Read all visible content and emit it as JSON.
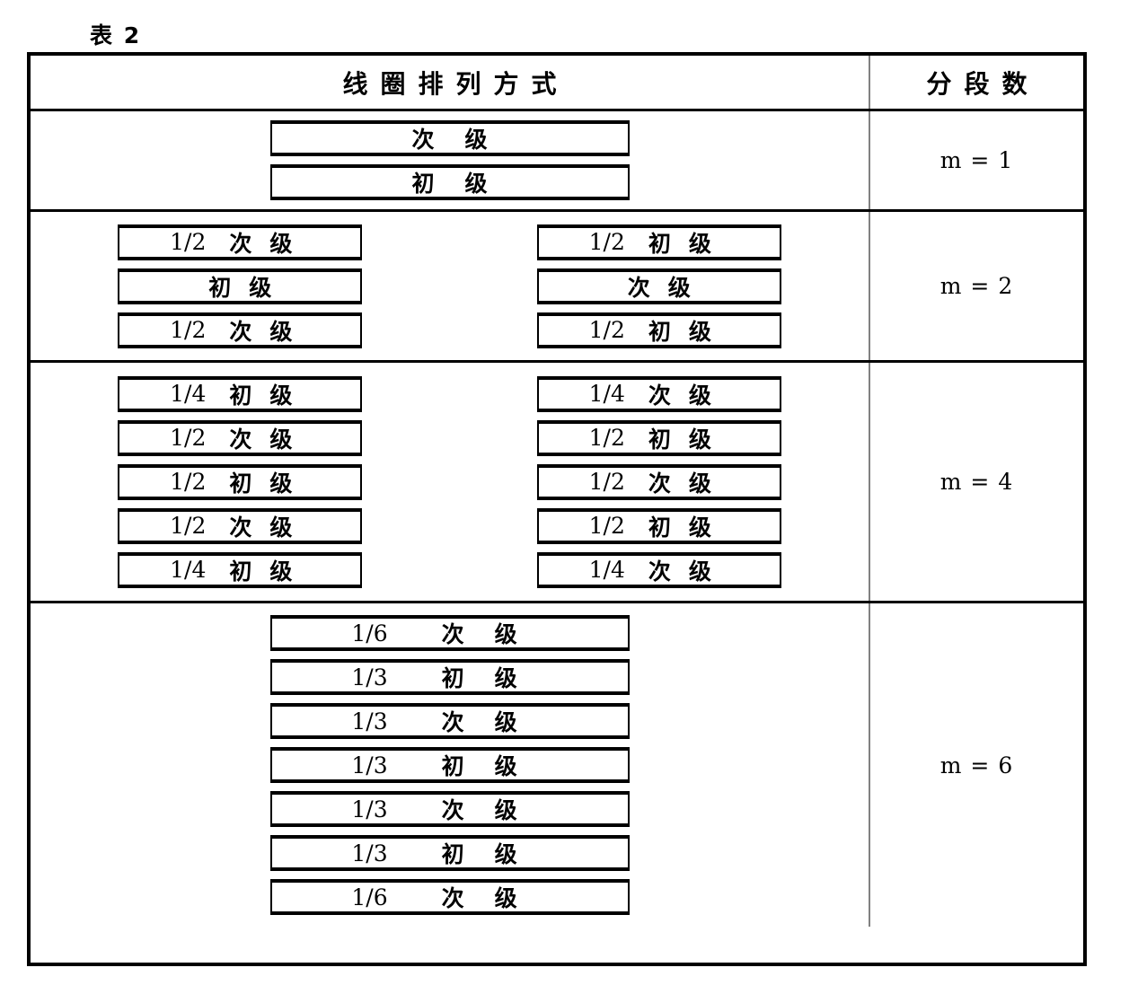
{
  "caption": "表 2",
  "table": {
    "headers": {
      "arrangement": "线圈排列方式",
      "sections": "分段数"
    },
    "rows": [
      {
        "sections_label": "m = 1",
        "layout": "single",
        "columns": [
          {
            "windings": [
              {
                "fraction": "",
                "winding": "次级"
              },
              {
                "fraction": "",
                "winding": "初级"
              }
            ]
          }
        ]
      },
      {
        "sections_label": "m = 2",
        "layout": "dual",
        "columns": [
          {
            "windings": [
              {
                "fraction": "1/2",
                "winding": "次级"
              },
              {
                "fraction": "",
                "winding": "初级"
              },
              {
                "fraction": "1/2",
                "winding": "次级"
              }
            ]
          },
          {
            "windings": [
              {
                "fraction": "1/2",
                "winding": "初级"
              },
              {
                "fraction": "",
                "winding": "次级"
              },
              {
                "fraction": "1/2",
                "winding": "初级"
              }
            ]
          }
        ]
      },
      {
        "sections_label": "m = 4",
        "layout": "dual",
        "columns": [
          {
            "windings": [
              {
                "fraction": "1/4",
                "winding": "初级"
              },
              {
                "fraction": "1/2",
                "winding": "次级"
              },
              {
                "fraction": "1/2",
                "winding": "初级"
              },
              {
                "fraction": "1/2",
                "winding": "次级"
              },
              {
                "fraction": "1/4",
                "winding": "初级"
              }
            ]
          },
          {
            "windings": [
              {
                "fraction": "1/4",
                "winding": "次级"
              },
              {
                "fraction": "1/2",
                "winding": "初级"
              },
              {
                "fraction": "1/2",
                "winding": "次级"
              },
              {
                "fraction": "1/2",
                "winding": "初级"
              },
              {
                "fraction": "1/4",
                "winding": "次级"
              }
            ]
          }
        ]
      },
      {
        "sections_label": "m = 6",
        "layout": "single",
        "columns": [
          {
            "windings": [
              {
                "fraction": "1/6",
                "winding": "次级"
              },
              {
                "fraction": "1/3",
                "winding": "初级"
              },
              {
                "fraction": "1/3",
                "winding": "次级"
              },
              {
                "fraction": "1/3",
                "winding": "初级"
              },
              {
                "fraction": "1/3",
                "winding": "次级"
              },
              {
                "fraction": "1/3",
                "winding": "初级"
              },
              {
                "fraction": "1/6",
                "winding": "次级"
              }
            ]
          }
        ]
      }
    ]
  }
}
